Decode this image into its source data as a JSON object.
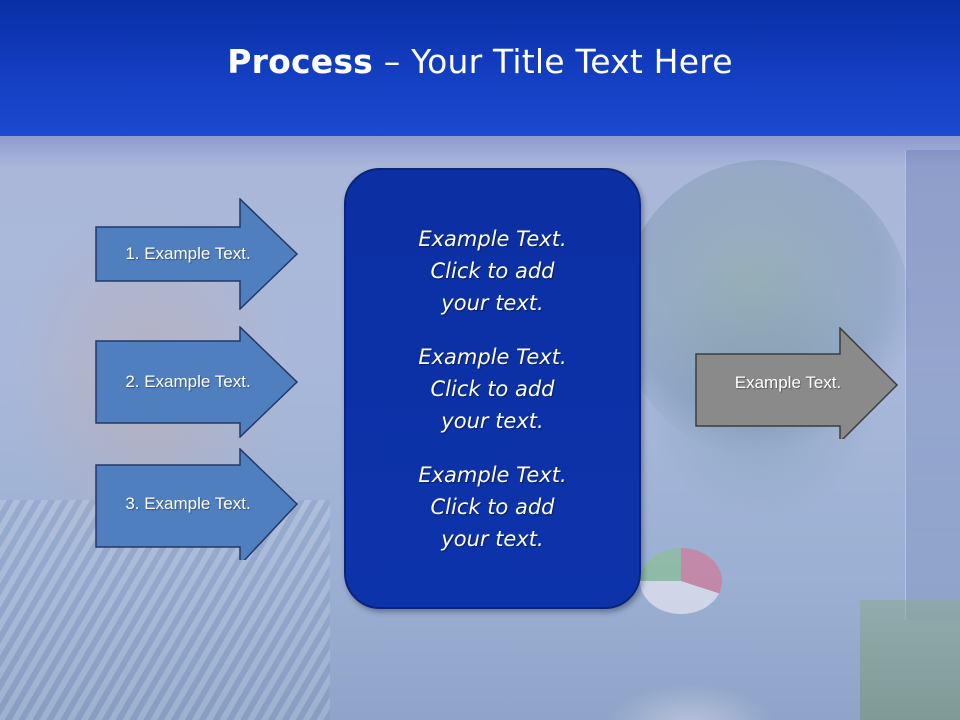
{
  "slide": {
    "title_bold": "Process",
    "title_rest": " – Your Title Text Here"
  },
  "steps": [
    {
      "label": "1. Example Text."
    },
    {
      "label": "2. Example Text."
    },
    {
      "label": "3. Example Text."
    }
  ],
  "center_box": {
    "paragraphs": [
      "Example Text.\nClick  to add\nyour text.",
      "Example Text.\nClick  to add\nyour text.",
      "Example Text.\nClick  to add\nyour text."
    ]
  },
  "output": {
    "label": "Example Text."
  },
  "colors": {
    "header": "#1440c4",
    "step_arrow_fill": "#4f7fbf",
    "center_box_fill": "#0d33ab",
    "output_arrow_fill": "#8a8a8a"
  }
}
